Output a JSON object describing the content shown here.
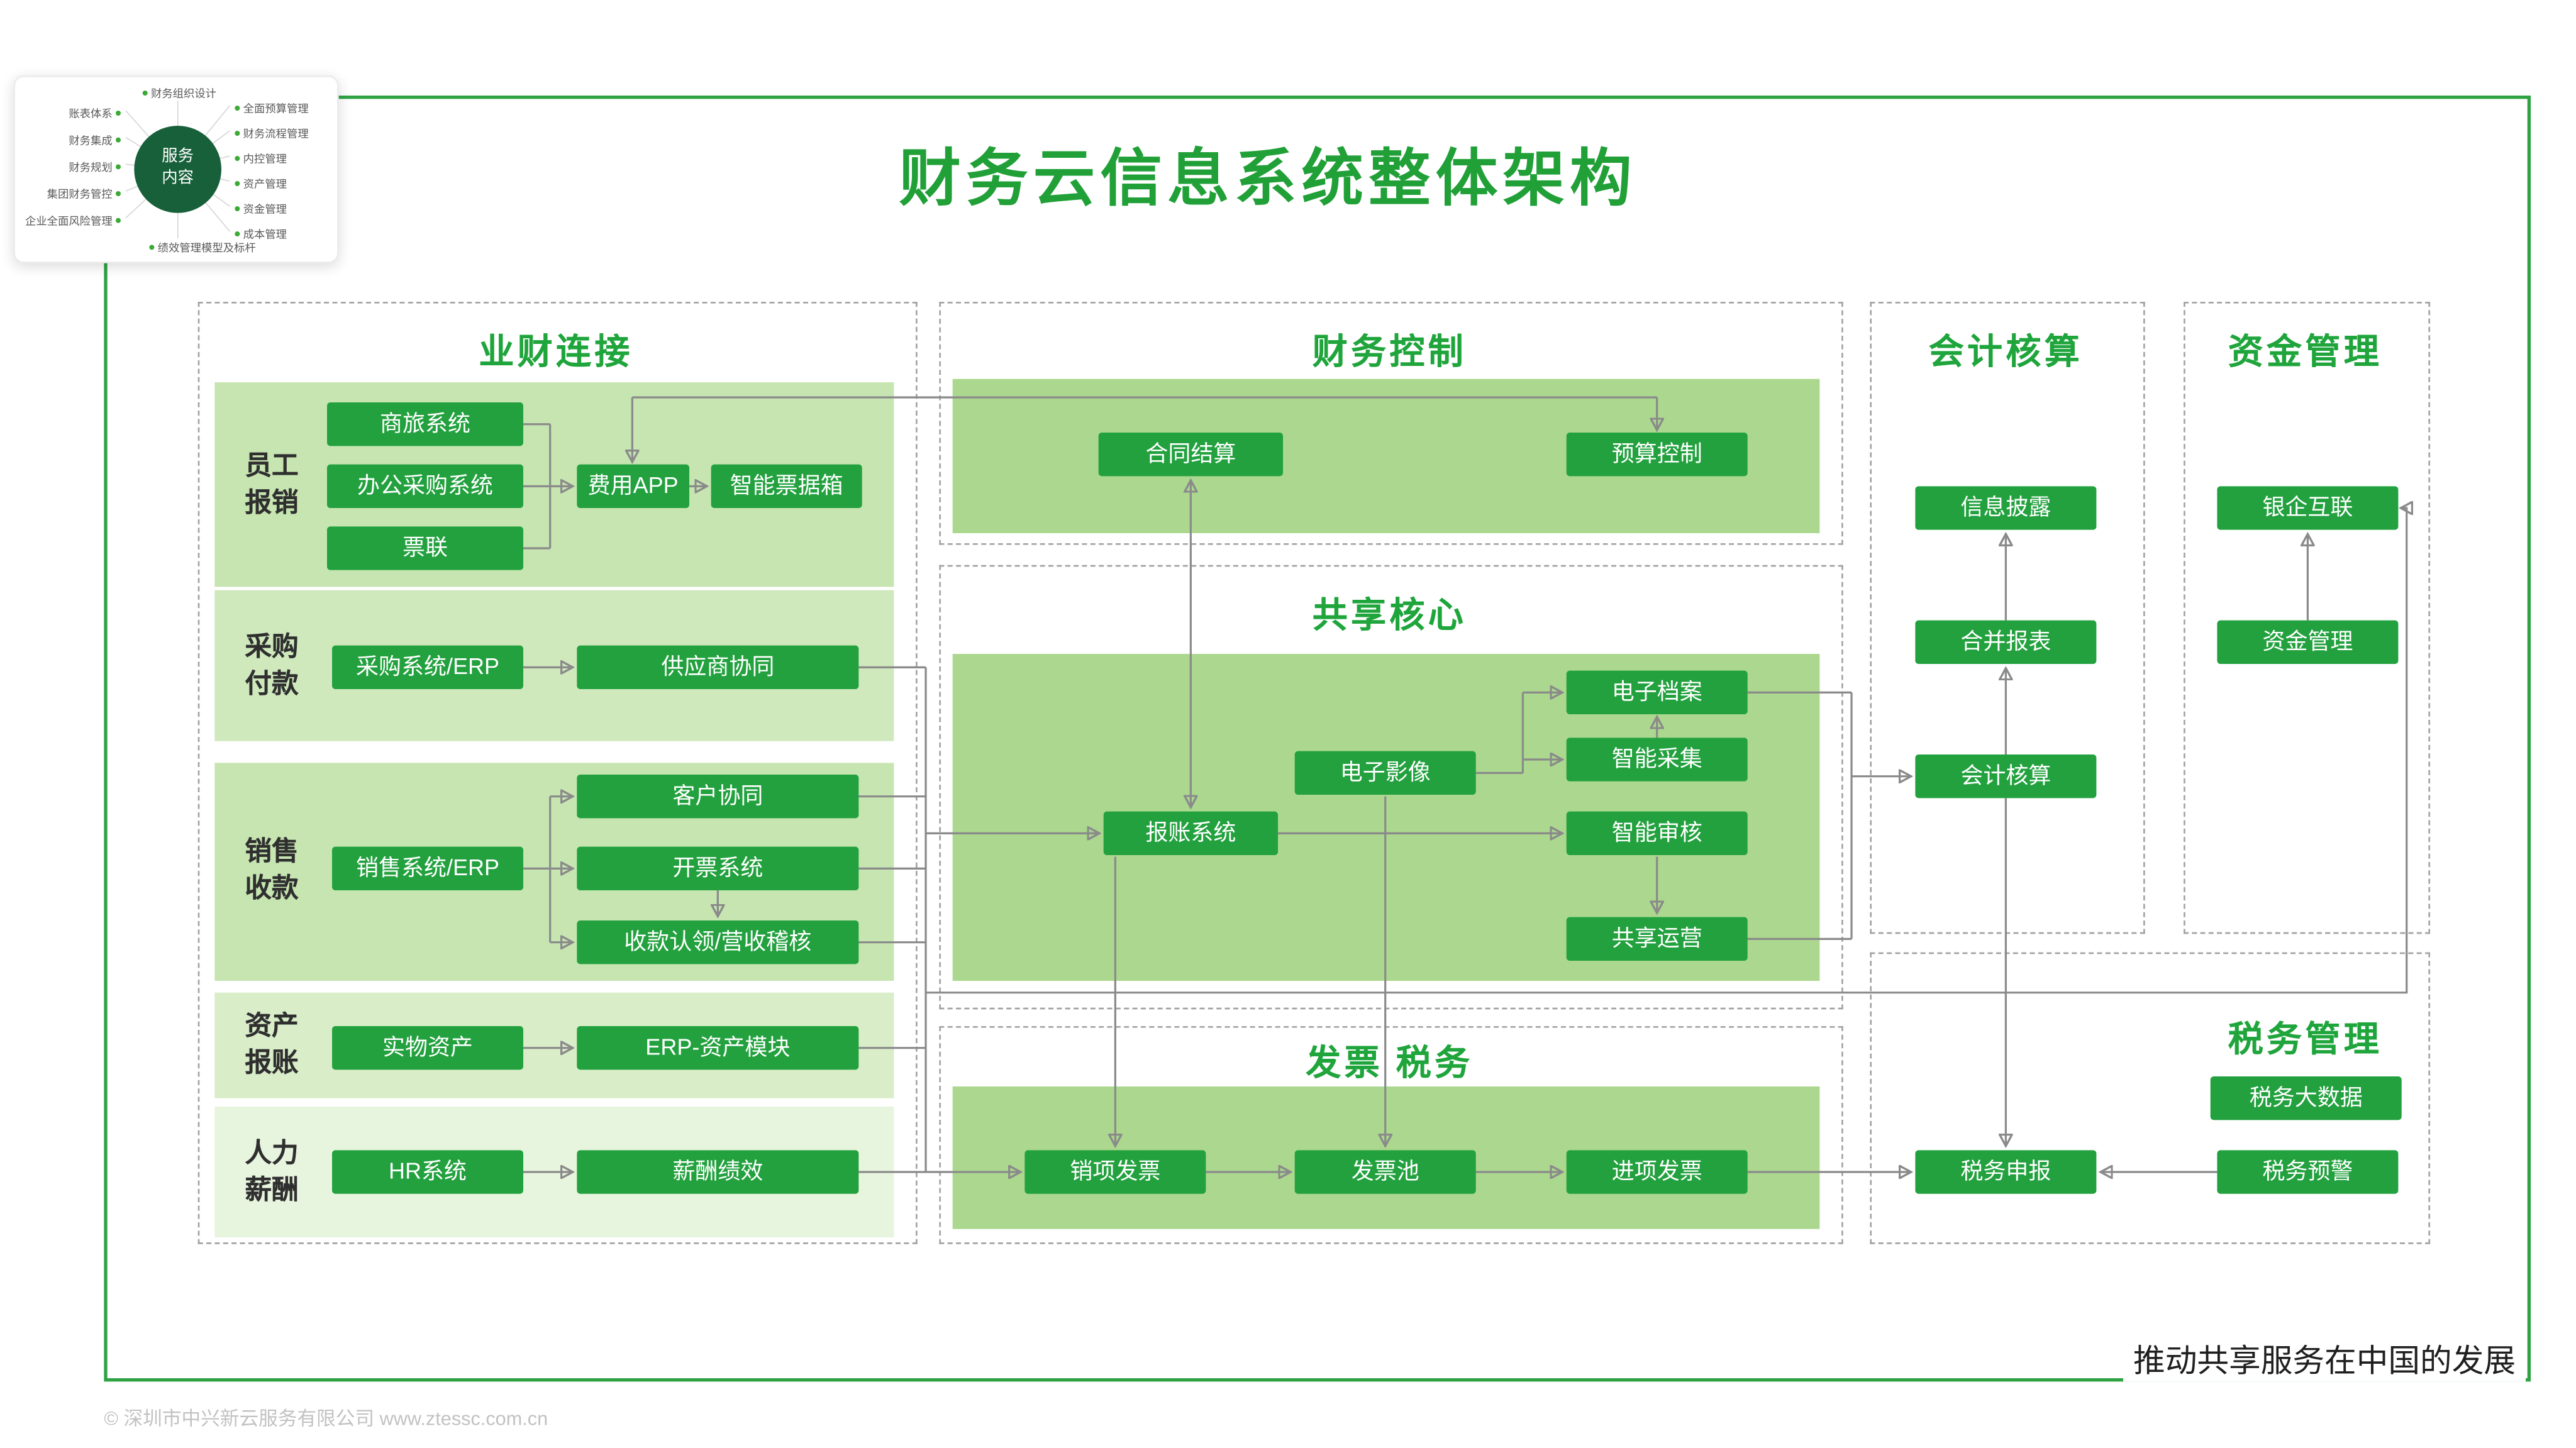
{
  "page": {
    "title": "财务云信息系统整体架构"
  },
  "logo": {
    "center": "服务内容",
    "top": "财务组织设计",
    "bottom": "绩效管理模型及标杆",
    "right": [
      "全面预算管理",
      "财务流程管理",
      "内控管理",
      "资产管理",
      "资金管理",
      "成本管理"
    ],
    "left": [
      "账表体系",
      "财务集成",
      "财务规划",
      "集团财务管控",
      "企业全面风险管理"
    ]
  },
  "sections": {
    "yecai": {
      "title": "业财连接",
      "groups": [
        {
          "label": "员工报销",
          "boxes": [
            "商旅系统",
            "办公采购系统",
            "票联",
            "费用APP",
            "智能票据箱"
          ]
        },
        {
          "label": "采购付款",
          "boxes": [
            "采购系统/ERP",
            "供应商协同"
          ]
        },
        {
          "label": "销售收款",
          "boxes": [
            "销售系统/ERP",
            "客户协同",
            "开票系统",
            "收款认领/营收稽核"
          ]
        },
        {
          "label": "资产报账",
          "boxes": [
            "实物资产",
            "ERP-资产模块"
          ]
        },
        {
          "label": "人力薪酬",
          "boxes": [
            "HR系统",
            "薪酬绩效"
          ]
        }
      ]
    },
    "caiwukongzhi": {
      "title": "财务控制",
      "boxes": [
        "合同结算",
        "预算控制"
      ]
    },
    "gongxiang": {
      "title": "共享核心",
      "boxes": [
        "报账系统",
        "电子影像",
        "电子档案",
        "智能采集",
        "智能审核",
        "共享运营"
      ]
    },
    "fapiao": {
      "title": "发票 税务",
      "boxes": [
        "销项发票",
        "发票池",
        "进项发票"
      ]
    },
    "kuaiji": {
      "title": "会计核算",
      "boxes": [
        "信息披露",
        "合并报表",
        "会计核算"
      ]
    },
    "zijin": {
      "title": "资金管理",
      "boxes": [
        "银企互联",
        "资金管理"
      ]
    },
    "shuiwu": {
      "title": "税务管理",
      "boxes": [
        "税务申报",
        "税务大数据",
        "税务预警"
      ]
    }
  },
  "footer": {
    "slogan": "推动共享服务在中国的发展",
    "copyright": "© 深圳市中兴新云服务有限公司  www.ztessc.com.cn"
  },
  "colors": {
    "accent_green": "#21a038",
    "node_green": "#22a13e",
    "band_core": "#abd88e",
    "band_light": "#c6e5b1",
    "frame_green": "#2fa344"
  }
}
